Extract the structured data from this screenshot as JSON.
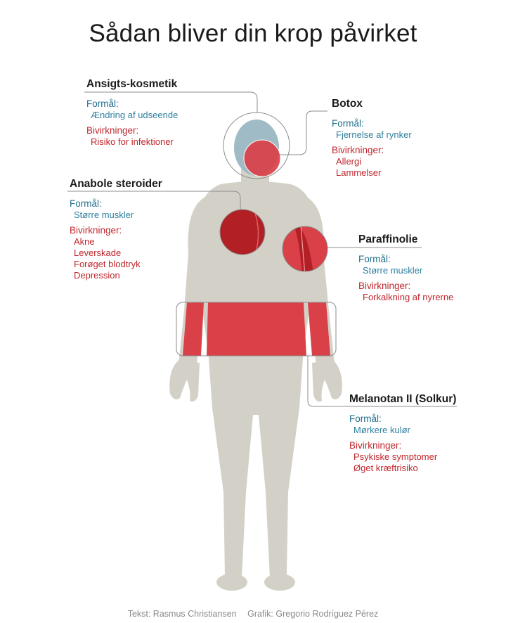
{
  "title": "Sådan bliver din krop påvirket",
  "colors": {
    "body": "#d3d1c7",
    "head_blue": "#9fbcc6",
    "effect_red": "#d94048",
    "dark_red": "#b21f24",
    "purpose_teal": "#1f6e8c",
    "side_red": "#c0272d",
    "line_gray": "#8c8c8c"
  },
  "annotations": {
    "cosmetics": {
      "title": "Ansigts-kosmetik",
      "purpose_label": "Formål:",
      "purpose": [
        "Ændring af udseende"
      ],
      "side_label": "Bivirkninger:",
      "side_effects": [
        "Risiko for infektioner"
      ]
    },
    "botox": {
      "title": "Botox",
      "purpose_label": "Formål:",
      "purpose": [
        "Fjernelse af rynker"
      ],
      "side_label": "Bivirkninger:",
      "side_effects": [
        "Allergi",
        "Lammelser"
      ]
    },
    "steroids": {
      "title": "Anabole steroider",
      "purpose_label": "Formål:",
      "purpose": [
        "Større muskler"
      ],
      "side_label": "Bivirkninger:",
      "side_effects": [
        "Akne",
        "Leverskade",
        "Forøget blodtryk",
        "Depression"
      ]
    },
    "paraffin": {
      "title": "Paraffinolie",
      "purpose_label": "Formål:",
      "purpose": [
        "Større muskler"
      ],
      "side_label": "Bivirkninger:",
      "side_effects": [
        "Forkalkning af nyrerne"
      ]
    },
    "melanotan": {
      "title": "Melanotan II (Solkur)",
      "purpose_label": "Formål:",
      "purpose": [
        "Mørkere kulør"
      ],
      "side_label": "Bivirkninger:",
      "side_effects": [
        "Psykiske symptomer",
        "Øget kræftrisiko"
      ]
    }
  },
  "credits": {
    "text": "Tekst: Rasmus Christiansen",
    "graphic": "Grafik: Gregorio Rodríguez Pérez"
  }
}
